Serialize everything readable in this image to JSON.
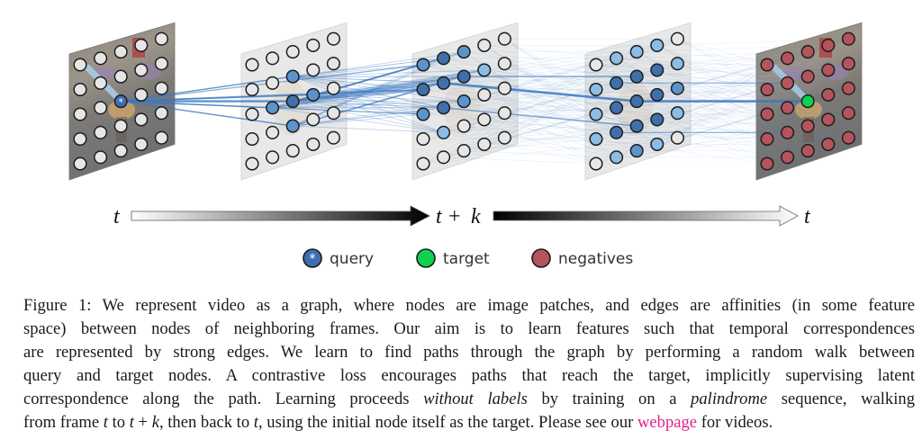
{
  "figure": {
    "frames": [
      {
        "label": "frame-t-start",
        "kind": "photo",
        "nodes": [
          [
            "w",
            "w",
            "w",
            "w",
            "w"
          ],
          [
            "w",
            "w",
            "w",
            "w",
            "w"
          ],
          [
            "w",
            "w",
            "q",
            "w",
            "w"
          ],
          [
            "w",
            "w",
            "w",
            "w",
            "w"
          ],
          [
            "w",
            "w",
            "w",
            "w",
            "w"
          ]
        ]
      },
      {
        "label": "frame-2",
        "kind": "faded",
        "nodes": [
          [
            "w",
            "w",
            "w",
            "w",
            "w"
          ],
          [
            "w",
            "w",
            "m",
            "w",
            "w"
          ],
          [
            "w",
            "m",
            "d",
            "m",
            "w"
          ],
          [
            "w",
            "w",
            "m",
            "w",
            "w"
          ],
          [
            "w",
            "w",
            "w",
            "w",
            "w"
          ]
        ]
      },
      {
        "label": "frame-t-plus-k",
        "kind": "faded",
        "nodes": [
          [
            "m",
            "d",
            "m",
            "w",
            "w"
          ],
          [
            "d",
            "d",
            "d",
            "l",
            "w"
          ],
          [
            "m",
            "d",
            "m",
            "w",
            "w"
          ],
          [
            "w",
            "l",
            "w",
            "w",
            "w"
          ],
          [
            "w",
            "w",
            "w",
            "w",
            "w"
          ]
        ]
      },
      {
        "label": "frame-4",
        "kind": "faded",
        "nodes": [
          [
            "w",
            "l",
            "l",
            "l",
            "w"
          ],
          [
            "l",
            "d",
            "d",
            "d",
            "l"
          ],
          [
            "l",
            "d",
            "d",
            "d",
            "m"
          ],
          [
            "l",
            "d",
            "d",
            "d",
            "l"
          ],
          [
            "w",
            "l",
            "m",
            "l",
            "w"
          ]
        ]
      },
      {
        "label": "frame-t-end",
        "kind": "photo",
        "nodes": [
          [
            "r",
            "r",
            "r",
            "r",
            "r"
          ],
          [
            "r",
            "r",
            "r",
            "r",
            "r"
          ],
          [
            "r",
            "r",
            "g",
            "r",
            "r"
          ],
          [
            "r",
            "r",
            "r",
            "r",
            "r"
          ],
          [
            "r",
            "r",
            "r",
            "r",
            "r"
          ]
        ]
      }
    ],
    "node_colors": {
      "w": "#e6e6e6",
      "l": "#8bbde6",
      "m": "#5b93cc",
      "d": "#3f70ab",
      "q": "#3d6fb0",
      "g": "#10d050",
      "r": "#b5545c"
    },
    "edge_color": "#3a78c0",
    "timeline": {
      "start_label": "t",
      "mid_label_t": "t",
      "mid_label_plus": "+",
      "mid_label_k": "k",
      "end_label": "t"
    },
    "legend": [
      {
        "key": "q",
        "label": "query",
        "icon": "asterisk-node-icon"
      },
      {
        "key": "g",
        "label": "target",
        "icon": "green-node-icon"
      },
      {
        "key": "r",
        "label": "negatives",
        "icon": "red-node-icon"
      }
    ]
  },
  "caption": {
    "lines": [
      [
        "Figure 1: We represent video as a graph, where nodes are image patches, and edges are affinities (in some feature"
      ],
      [
        "space) between nodes of neighboring frames. Our aim is to learn features such that temporal correspondences"
      ],
      [
        "are represented by strong edges. We learn to find paths through the graph by performing a random walk between"
      ],
      [
        "query and target nodes. A contrastive loss encourages paths that reach the target, implicitly supervising latent"
      ]
    ],
    "line5_a": "correspondence along the path. Learning proceeds ",
    "line5_i1": "without labels",
    "line5_b": " by training on a ",
    "line5_i2": "palindrome",
    "line5_c": " sequence, walking",
    "line6_a": "from frame ",
    "line6_t1": "t",
    "line6_b": " to ",
    "line6_t2": "t",
    "line6_plus": " + ",
    "line6_k": "k",
    "line6_c": ", then back to ",
    "line6_t3": "t",
    "line6_d": ", using the initial node itself as the target. Please see our ",
    "line6_link": "webpage",
    "line6_e": " for videos."
  }
}
